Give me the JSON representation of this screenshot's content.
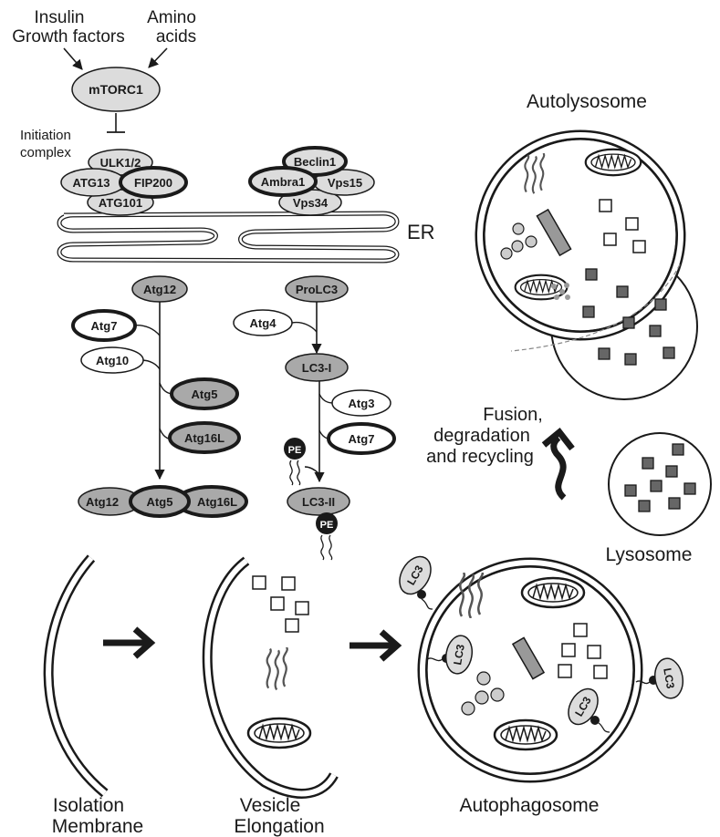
{
  "inputs": {
    "insulin": "Insulin",
    "growth_factors": "Growth factors",
    "amino": "Amino",
    "acids": "acids"
  },
  "mtorc1": "mTORC1",
  "initiation": {
    "label_line1": "Initiation",
    "label_line2": "complex",
    "ulk": "ULK1/2",
    "atg13": "ATG13",
    "fip200": "FIP200",
    "atg101": "ATG101"
  },
  "beclin_complex": {
    "beclin1": "Beclin1",
    "ambra1": "Ambra1",
    "vps15": "Vps15",
    "vps34": "Vps34"
  },
  "er_label": "ER",
  "atg12_pathway": {
    "atg12": "Atg12",
    "atg7": "Atg7",
    "atg10": "Atg10",
    "atg5": "Atg5",
    "atg16l": "Atg16L",
    "product": [
      "Atg12",
      "Atg5",
      "Atg16L"
    ]
  },
  "lc3_pathway": {
    "prolc3": "ProLC3",
    "atg4": "Atg4",
    "lc3i": "LC3-I",
    "atg3": "Atg3",
    "atg7": "Atg7",
    "pe": "PE",
    "lc3ii": "LC3-II",
    "pe2": "PE"
  },
  "stages": {
    "isolation_line1": "Isolation",
    "isolation_line2": "Membrane",
    "vesicle_line1": "Vesicle",
    "vesicle_line2": "Elongation",
    "autophagosome": "Autophagosome",
    "autolysosome": "Autolysosome",
    "lysosome": "Lysosome"
  },
  "fusion_text": {
    "line1": "Fusion,",
    "line2": "degradation",
    "line3": "and recycling"
  },
  "lc3_tag": "LC3",
  "colors": {
    "protein_fill": "#dcdcdc",
    "protein_dark_fill": "#a9a9a9",
    "stroke": "#1a1a1a",
    "pe_fill": "#1a1a1a"
  }
}
